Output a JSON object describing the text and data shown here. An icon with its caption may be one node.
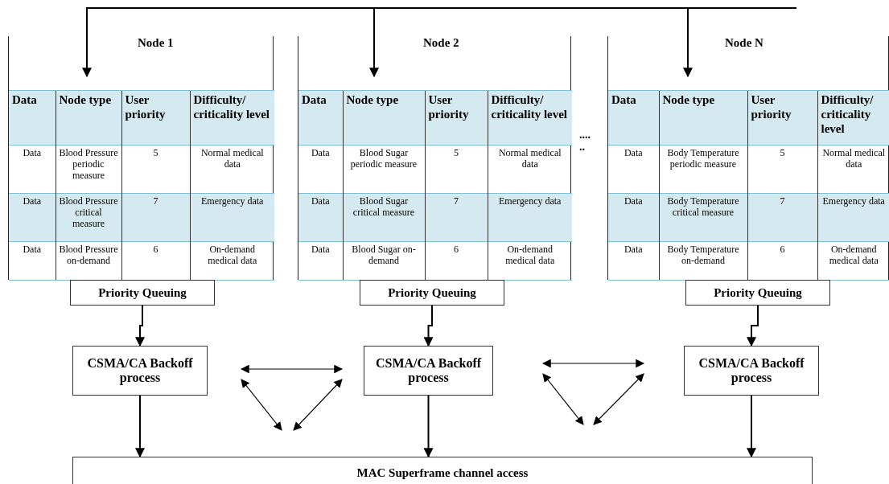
{
  "diagram": {
    "nodes": [
      {
        "text": [
          "Node 1"
        ]
      },
      {
        "text": [
          "Node 2"
        ]
      },
      {
        "text": [
          "Node N"
        ]
      },
      {
        "text": [
          "Priority Queuing"
        ]
      },
      {
        "text": [
          "Priority Queuing"
        ]
      },
      {
        "text": [
          "Priority Queuing"
        ]
      },
      {
        "text": [
          "CSMA/CA Backoff process"
        ]
      },
      {
        "text": [
          "CSMA/CA Backoff process"
        ]
      },
      {
        "text": [
          "CSMA/CA Backoff process"
        ]
      },
      {
        "text": [
          "MAC Superframe channel access"
        ]
      }
    ],
    "edges": [
      {
        "from": null,
        "to": 0,
        "arrow": "to"
      },
      {
        "from": null,
        "to": 1,
        "arrow": "to"
      },
      {
        "from": null,
        "to": 2,
        "arrow": "to"
      },
      {
        "from": 3,
        "to": 6,
        "arrow": "to"
      },
      {
        "from": 4,
        "to": 7,
        "arrow": "to"
      },
      {
        "from": 5,
        "to": 8,
        "arrow": "to"
      },
      {
        "from": 6,
        "to": 9,
        "arrow": "to"
      },
      {
        "from": 7,
        "to": 9,
        "arrow": "to"
      },
      {
        "from": 8,
        "to": 9,
        "arrow": "to"
      }
    ],
    "labels": [
      "Data",
      "Node type",
      "User priority",
      "Difficulty/ criticality level",
      "Data",
      "Blood Pressure periodic measure",
      "5",
      "Normal medical data",
      "Data",
      "Blood Pressure critical measure",
      "7",
      "Emergency data",
      "Data",
      "Blood Pressure on-demand",
      "6",
      "On-demand medical data",
      "Data",
      "Node type",
      "User priority",
      "Difficulty/ criticality level",
      "Data",
      "Blood Sugar periodic measure",
      "5",
      "Normal medical data",
      "Data",
      "Blood Sugar critical measure",
      "7",
      "Emergency data",
      "Data",
      "Blood Sugar on-demand",
      "6",
      "On-demand medical data",
      "....",
      "..",
      "Data",
      "Node type",
      "User priority",
      "Difficulty/ criticality level",
      "Data",
      "Body Temperature periodic measure",
      "5",
      "Normal medical data",
      "Data",
      "Body Temperature critical measure",
      "7",
      "Emergency data",
      "Data",
      "Body Temperature on-demand",
      "6",
      "On-demand medical data"
    ]
  }
}
